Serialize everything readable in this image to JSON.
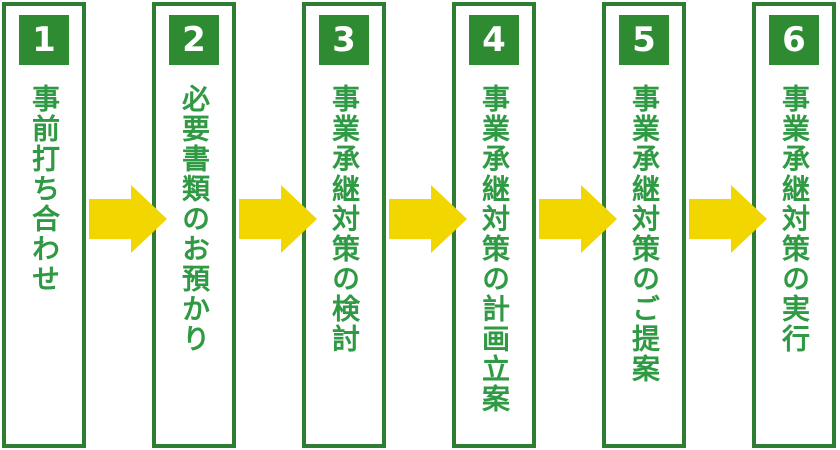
{
  "diagram": {
    "type": "process-flow",
    "direction": "left-to-right",
    "steps": [
      {
        "number": "1",
        "label": "事前打ち合わせ"
      },
      {
        "number": "2",
        "label": "必要書類のお預かり"
      },
      {
        "number": "3",
        "label": "事業承継対策の検討"
      },
      {
        "number": "4",
        "label": "事業承継対策の計画立案"
      },
      {
        "number": "5",
        "label": "事業承継対策のご提案"
      },
      {
        "number": "6",
        "label": "事業承継対策の実行"
      }
    ],
    "connector_icon": "arrow-right-icon"
  },
  "colors": {
    "box_border": "#2d7d32",
    "badge_background": "#2e8b31",
    "label_text": "#2f9a43",
    "arrow": "#f1d600",
    "background": "#ffffff"
  }
}
